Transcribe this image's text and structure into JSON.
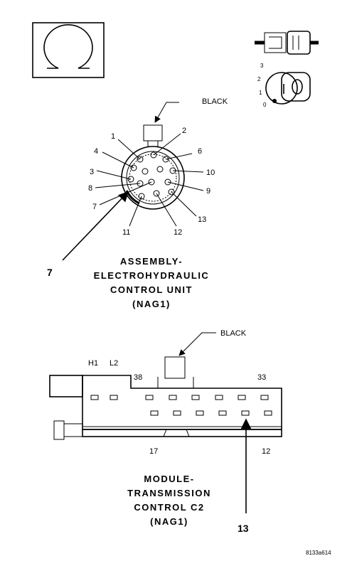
{
  "symbol_icon": "omega-symbol-icon",
  "keyswitch_icon": "ignition-key-icon",
  "key_positions": [
    "3",
    "2",
    "1",
    "0"
  ],
  "connector1": {
    "wire_label": "BLACK",
    "pins": [
      "1",
      "2",
      "4",
      "6",
      "3",
      "10",
      "8",
      "9",
      "7",
      "13",
      "11",
      "12"
    ],
    "callout": "7",
    "caption": [
      "ASSEMBLY-",
      "ELECTROHYDRAULIC",
      "CONTROL UNIT",
      "(NAG1)"
    ]
  },
  "connector2": {
    "wire_label": "BLACK",
    "labels": {
      "h1": "H1",
      "l2": "L2",
      "p38": "38",
      "p33": "33",
      "p17": "17",
      "p12": "12"
    },
    "callout": "13",
    "caption": [
      "MODULE-",
      "TRANSMISSION",
      "CONTROL C2",
      "(NAG1)"
    ]
  },
  "figure_code": "8133a614"
}
